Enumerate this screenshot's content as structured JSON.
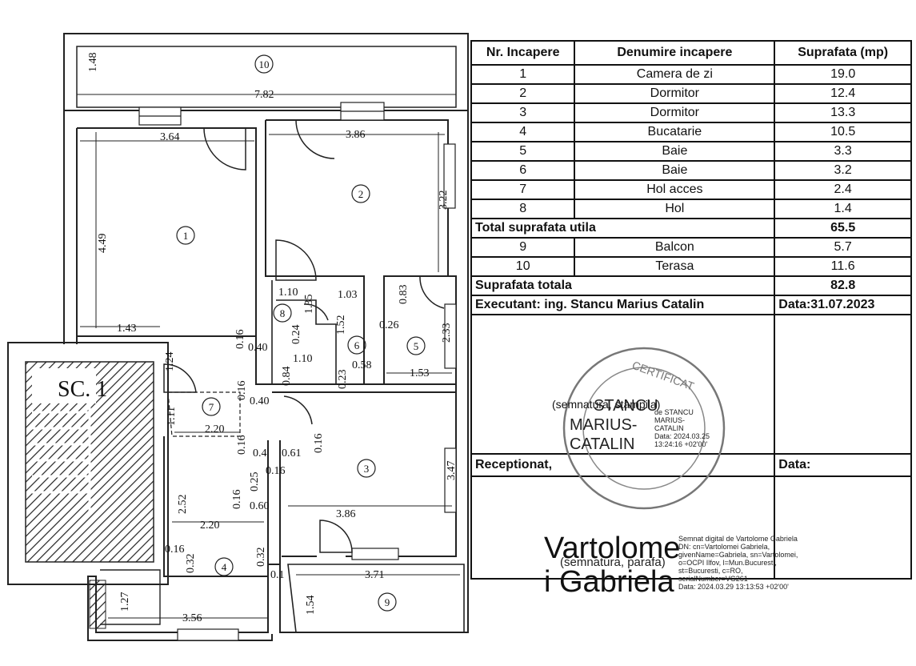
{
  "plan": {
    "stair_label": "SC. 1",
    "rooms": [
      "1",
      "2",
      "3",
      "4",
      "5",
      "6",
      "7",
      "8",
      "9",
      "10"
    ],
    "dims": {
      "d148": "1.48",
      "d782": "7.82",
      "d364": "3.64",
      "d386a": "3.86",
      "d449": "4.49",
      "d322": "3.22",
      "d110a": "1.10",
      "d135": "1.35",
      "d103": "1.03",
      "d152": "1.52",
      "d083": "0.83",
      "d143": "1.43",
      "d016a": "0.16",
      "d040a": "0.40",
      "d024": "0.24",
      "d084": "0.84",
      "d110b": "1.10",
      "d058": "0.58",
      "d023": "0.23",
      "d026": "0.26",
      "d233": "2.33",
      "d153": "1.53",
      "d124": "1.24",
      "d016b": "0.16",
      "d040b": "0.40",
      "d111": "1.11",
      "d220a": "2.20",
      "d016c": "0.16",
      "d04": "0.4",
      "d061": "0.61",
      "d016d": "0.16",
      "d347": "3.47",
      "d016e": "0.16",
      "d025": "0.25",
      "d016f": "0.16",
      "d060": "0.60",
      "d252": "2.52",
      "d386b": "3.86",
      "d220b": "2.20",
      "d016g": "0.16",
      "d032a": "0.32",
      "d032b": "0.32",
      "d01": "0.1",
      "d371": "3.71",
      "d127": "1.27",
      "d154": "1.54",
      "d356": "3.56"
    }
  },
  "table": {
    "headers": [
      "Nr. Incapere",
      "Denumire incapere",
      "Suprafata (mp)"
    ],
    "rows": [
      {
        "nr": "1",
        "name": "Camera de zi",
        "area": "19.0"
      },
      {
        "nr": "2",
        "name": "Dormitor",
        "area": "12.4"
      },
      {
        "nr": "3",
        "name": "Dormitor",
        "area": "13.3"
      },
      {
        "nr": "4",
        "name": "Bucatarie",
        "area": "10.5"
      },
      {
        "nr": "5",
        "name": "Baie",
        "area": "3.3"
      },
      {
        "nr": "6",
        "name": "Baie",
        "area": "3.2"
      },
      {
        "nr": "7",
        "name": "Hol acces",
        "area": "2.4"
      },
      {
        "nr": "8",
        "name": "Hol",
        "area": "1.4"
      }
    ],
    "total_util_label": "Total suprafata utila",
    "total_util_value": "65.5",
    "extra_rows": [
      {
        "nr": "9",
        "name": "Balcon",
        "area": "5.7"
      },
      {
        "nr": "10",
        "name": "Terasa",
        "area": "11.6"
      }
    ],
    "total_label": "Suprafata totala",
    "total_value": "82.8",
    "executant": "Executant: ing. Stancu Marius Catalin",
    "date_exec": "Data:31.07.2023",
    "signature_caption": "(semnatura, stampila)",
    "receptionat": "Receptionat,",
    "data_label": "Data:",
    "signature_caption2": "(semnatura, parafa)"
  },
  "stamp": {
    "name_lines": [
      "STANCU",
      "MARIUS-",
      "CATALIN"
    ],
    "detail_lines": [
      "de STANCU",
      "MARIUS-",
      "CATALIN",
      "Data: 2024.03.25",
      "13:24:16 +02'00'"
    ],
    "seal_text": "CERTIFICAT"
  },
  "digital_sig": {
    "name_lines": [
      "Vartolome",
      "i Gabriela"
    ],
    "detail_lines": [
      "Semnat digital de Vartolome Gabriela",
      "DN: cn=Vartolomei Gabriela,",
      "givenName=Gabriela, sn=Vartolomei,",
      "o=OCPI Ilfov, l=Mun.Bucuresti,",
      "st=Bucuresti, c=RO,",
      "serialNumber=VG261",
      "Data: 2024.03.29 13:13:53 +02'00'"
    ]
  }
}
